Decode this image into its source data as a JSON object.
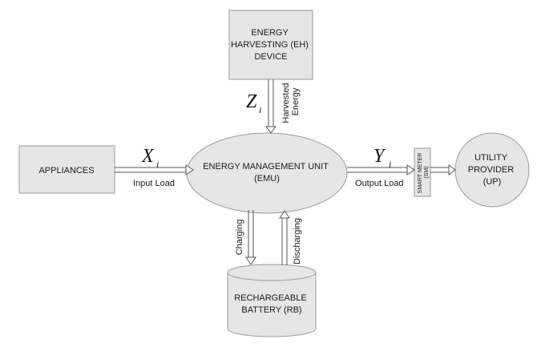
{
  "nodes": {
    "eh": {
      "lines": [
        "ENERGY",
        "HARVESTING (EH)",
        "DEVICE"
      ]
    },
    "appliances": {
      "lines": [
        "APPLIANCES"
      ]
    },
    "emu": {
      "lines": [
        "ENERGY MANAGEMENT UNIT",
        "(EMU)"
      ]
    },
    "smart_meter": {
      "lines": [
        "SMART METER",
        "(SM)"
      ]
    },
    "utility": {
      "lines": [
        "UTILITY",
        "PROVIDER",
        "(UP)"
      ]
    },
    "battery": {
      "lines": [
        "RECHARGEABLE",
        "BATTERY (RB)"
      ]
    }
  },
  "edges": {
    "input": {
      "var": "X",
      "sub": "i",
      "label": "Input Load"
    },
    "harvest": {
      "var": "Z",
      "sub": "i",
      "label_lines": [
        "Harvested",
        "Energy"
      ]
    },
    "output": {
      "var": "Y",
      "sub": "i",
      "label": "Output Load"
    },
    "charging": {
      "label": "Charging"
    },
    "discharging": {
      "label": "Discharging"
    }
  },
  "colors": {
    "block_fill": "#e6e6e6",
    "block_stroke": "#9a9a9a",
    "arrow": "#555555"
  }
}
